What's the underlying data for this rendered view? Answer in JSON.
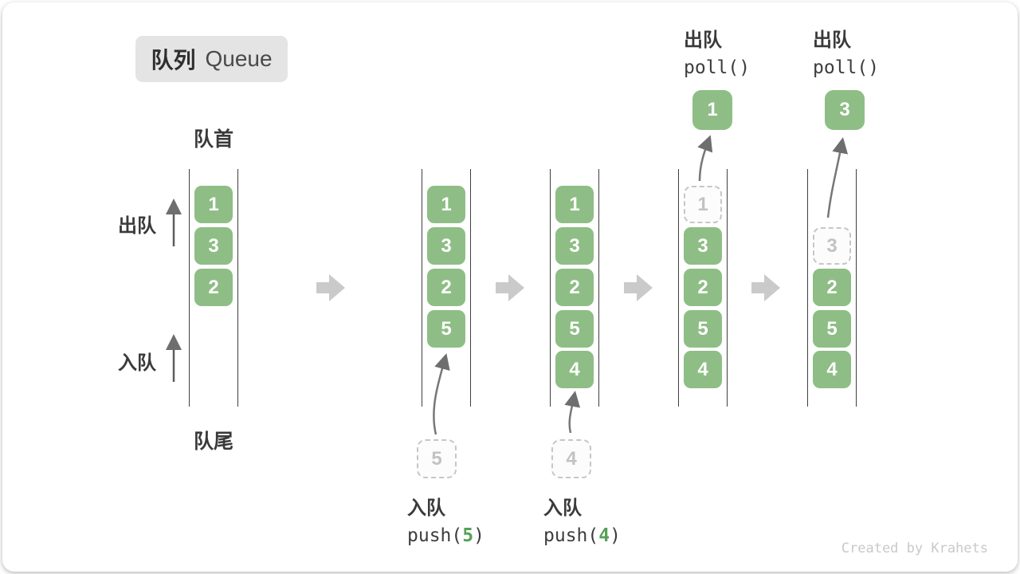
{
  "header": {
    "badge_zh": "队列",
    "badge_en": "Queue"
  },
  "labels": {
    "front": "队首",
    "rear": "队尾",
    "dequeue": "出队",
    "enqueue": "入队"
  },
  "watermark": "Created by Krahets",
  "colors": {
    "box_green": "#8EBE85",
    "code_green": "#55A155",
    "ghost_gray": "#C2C2C2",
    "block_arrow_gray": "#CACACA",
    "curve_arrow_gray": "#777777",
    "line_dark": "#3F3F3F"
  },
  "steps": [
    {
      "boxes": [
        "1",
        "3",
        "2"
      ]
    },
    {
      "boxes": [
        "1",
        "3",
        "2",
        "5"
      ],
      "pending": "5",
      "op_action": "入队",
      "op_pre": "push(",
      "op_arg": "5",
      "op_post": ")"
    },
    {
      "boxes": [
        "1",
        "3",
        "2",
        "5",
        "4"
      ],
      "pending": "4",
      "op_action": "入队",
      "op_pre": "push(",
      "op_arg": "4",
      "op_post": ")"
    },
    {
      "ghost": "1",
      "boxes": [
        "3",
        "2",
        "5",
        "4"
      ],
      "popped": "1",
      "op_action": "出队",
      "op_code": "poll()"
    },
    {
      "ghost": "3",
      "boxes": [
        "2",
        "5",
        "4"
      ],
      "popped": "3",
      "op_action": "出队",
      "op_code": "poll()"
    }
  ]
}
